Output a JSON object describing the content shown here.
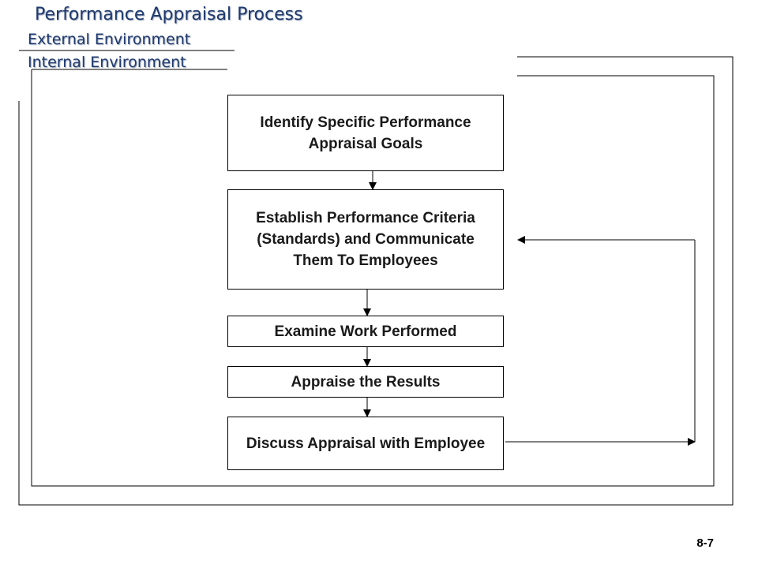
{
  "title": "Performance Appraisal Process",
  "environments": {
    "external": "External Environment",
    "internal": "Internal Environment"
  },
  "steps": [
    "Identify Specific Performance Appraisal Goals",
    "Establish Performance Criteria (Standards) and Communicate Them To Employees",
    "Examine Work Performed",
    "Appraise the Results",
    "Discuss Appraisal with Employee"
  ],
  "page_number": "8-7"
}
